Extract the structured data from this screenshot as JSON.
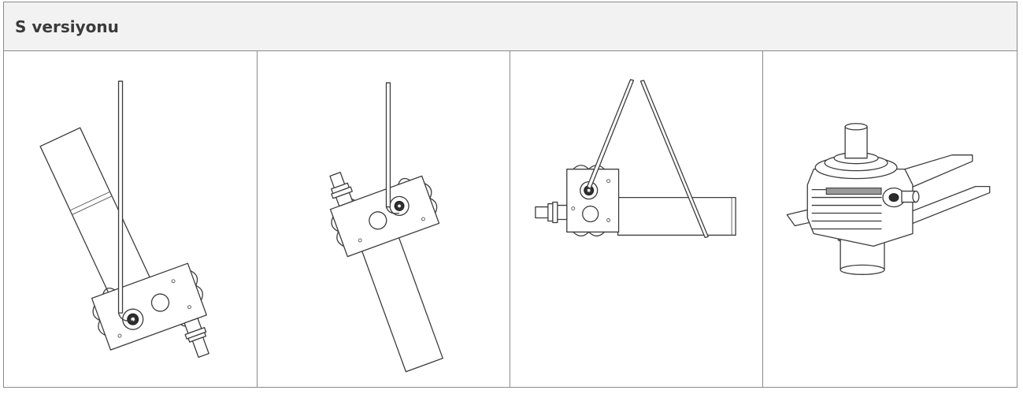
{
  "section": {
    "title": "S versiyonu"
  },
  "drawings": [
    {
      "id": "view-1",
      "icon": "actuator-drawing-tilted-left-icon"
    },
    {
      "id": "view-2",
      "icon": "actuator-drawing-tilted-right-icon"
    },
    {
      "id": "view-3",
      "icon": "actuator-drawing-horizontal-icon"
    },
    {
      "id": "view-4",
      "icon": "screw-jack-gearbox-3d-icon"
    }
  ]
}
